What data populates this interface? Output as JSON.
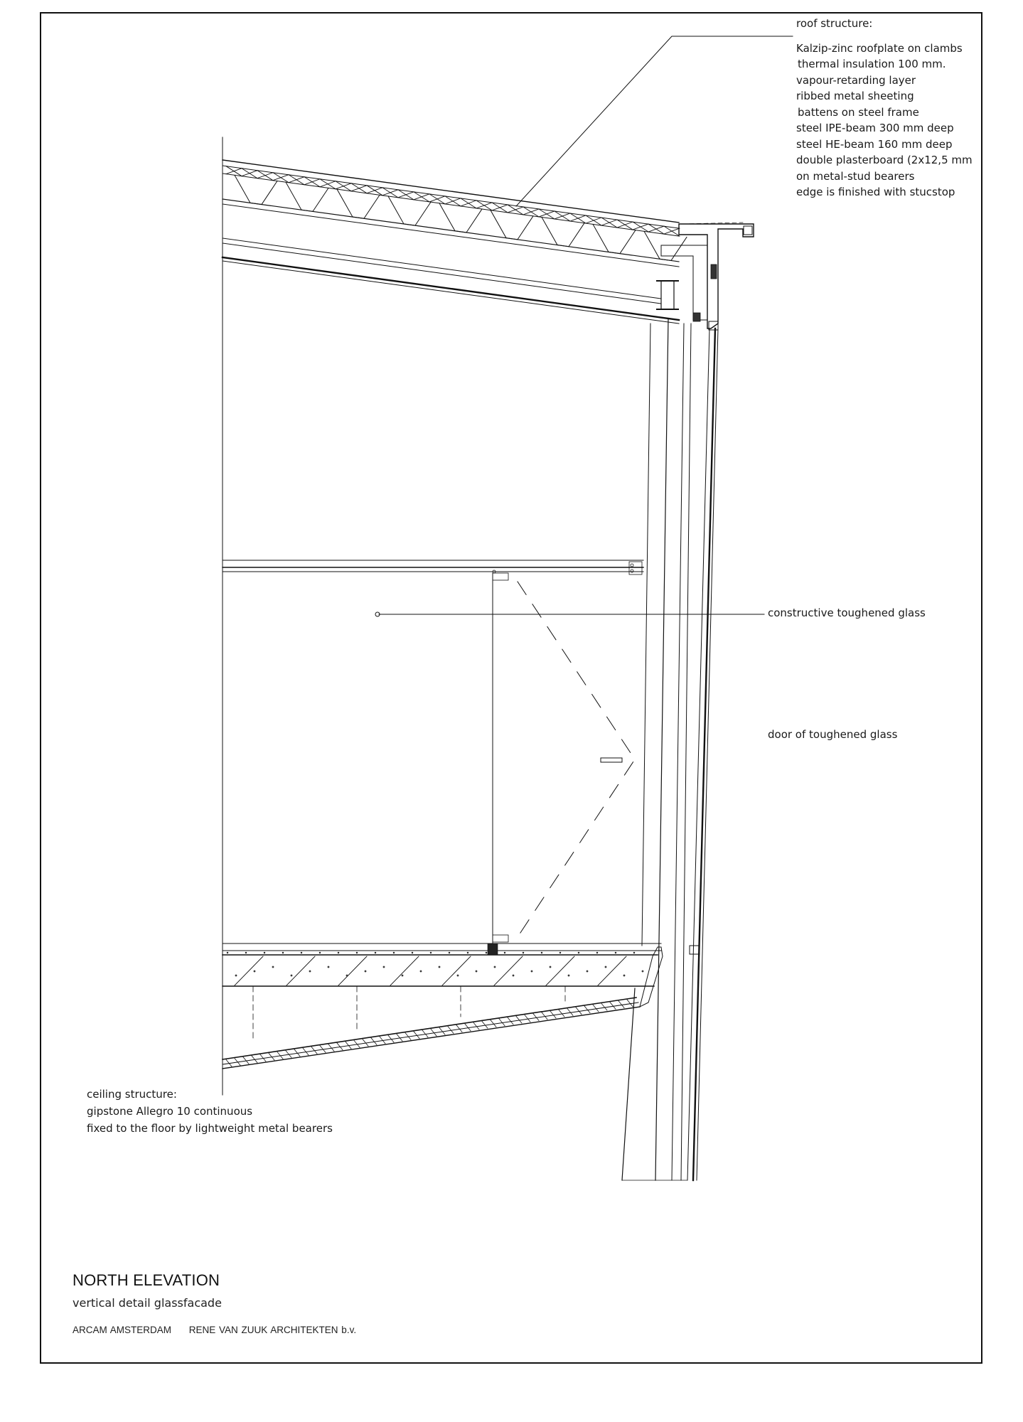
{
  "notes": {
    "roof": {
      "heading": "roof structure:",
      "lines": [
        "Kalzip-zinc roofplate on clambs",
        "thermal insulation 100 mm.",
        "vapour-retarding layer",
        "ribbed metal sheeting",
        "battens on steel frame",
        "steel  IPE-beam 300 mm deep",
        "steel  HE-beam 160 mm deep",
        "double plasterboard (2x12,5 mm",
        "on metal-stud bearers",
        "edge is finished with stucstop"
      ]
    },
    "glass_label": "constructive toughened glass",
    "door_label": "door of toughened glass",
    "ceiling": {
      "heading": "ceiling structure:",
      "lines": [
        "gipstone Allegro 10 continuous",
        "fixed to the floor by lightweight metal bearers"
      ]
    }
  },
  "title_block": {
    "title": "NORTH ELEVATION",
    "subtitle": "vertical detail glassfacade",
    "client": "ARCAM  AMSTERDAM",
    "architect": "RENE VAN ZUUK ARCHITEKTEN b.v."
  },
  "colors": {
    "ink": "#111111",
    "paper": "#ffffff"
  }
}
